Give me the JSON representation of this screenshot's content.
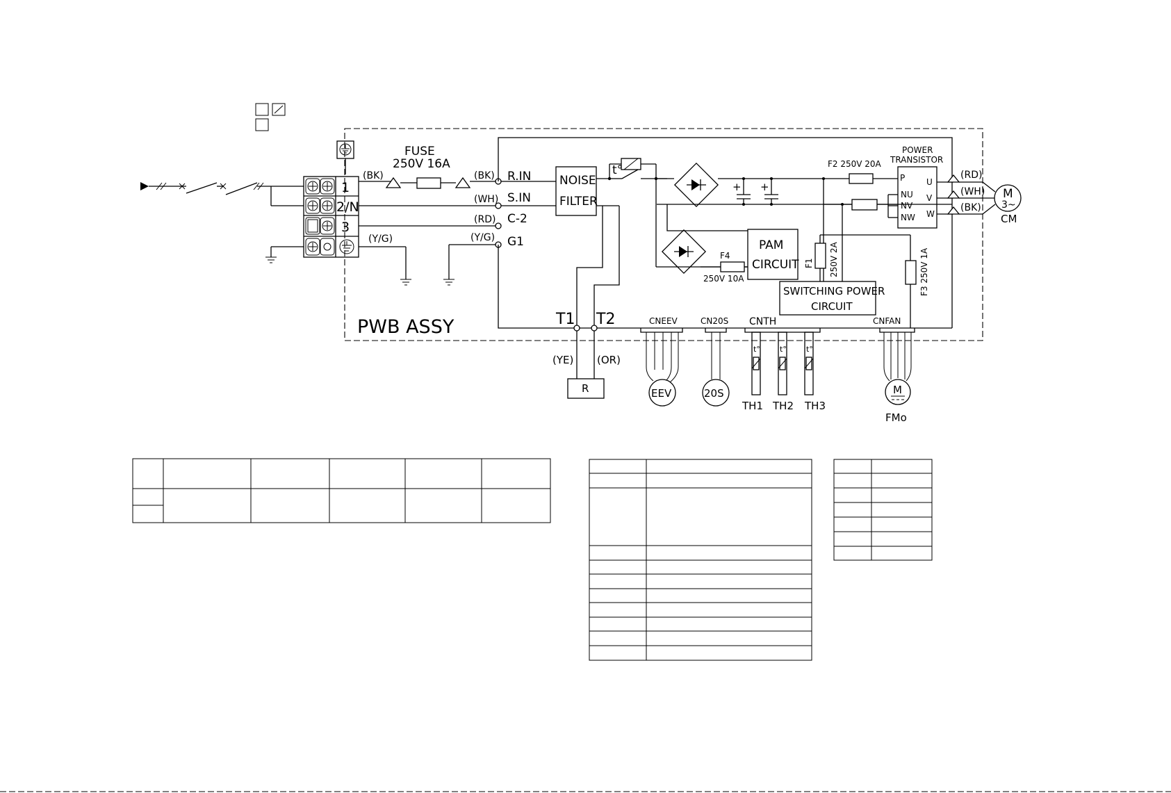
{
  "diagram": {
    "board": "PWB ASSY",
    "fuse": {
      "title": "FUSE",
      "rating": "250V 16A"
    },
    "terminals": [
      "1",
      "2/N",
      "3"
    ],
    "wire_colors": {
      "bk": "(BK)",
      "wh": "(WH)",
      "rd": "(RD)",
      "yg": "(Y/G)",
      "ye": "(YE)",
      "or": "(OR)"
    },
    "inputs": {
      "rin": "R.IN",
      "sin": "S.IN",
      "c2": "C-2",
      "g1": "G1"
    },
    "noise_filter": [
      "NOISE",
      "FILTER"
    ],
    "thermistor_mark": "t°",
    "f2": "F2 250V 20A",
    "power_transistor": {
      "title": [
        "POWER",
        "TRANSISTOR"
      ],
      "pins_left": [
        "P",
        "NU",
        "NV",
        "NW"
      ],
      "pins_right": [
        "U",
        "V",
        "W"
      ]
    },
    "motor_cm": {
      "m": "M",
      "phase": "3~",
      "label": "CM"
    },
    "pam": [
      "PAM",
      "CIRCUIT"
    ],
    "f4": {
      "name": "F4",
      "rating": "250V 10A"
    },
    "f1": {
      "name": "F1",
      "rating": "250V 2A"
    },
    "f3": "F3 250V 1A",
    "switching": [
      "SWITCHING POWER",
      "CIRCUIT"
    ],
    "t1": "T1",
    "t2": "T2",
    "connectors": {
      "cneev": "CNEEV",
      "cn20s": "CN20S",
      "cnth": "CNTH",
      "cnfan": "CNFAN"
    },
    "r": "R",
    "eev": "EEV",
    "s20": "20S",
    "th": [
      "TH1",
      "TH2",
      "TH3"
    ],
    "fmo": {
      "m": "M",
      "label": "FMo"
    }
  }
}
